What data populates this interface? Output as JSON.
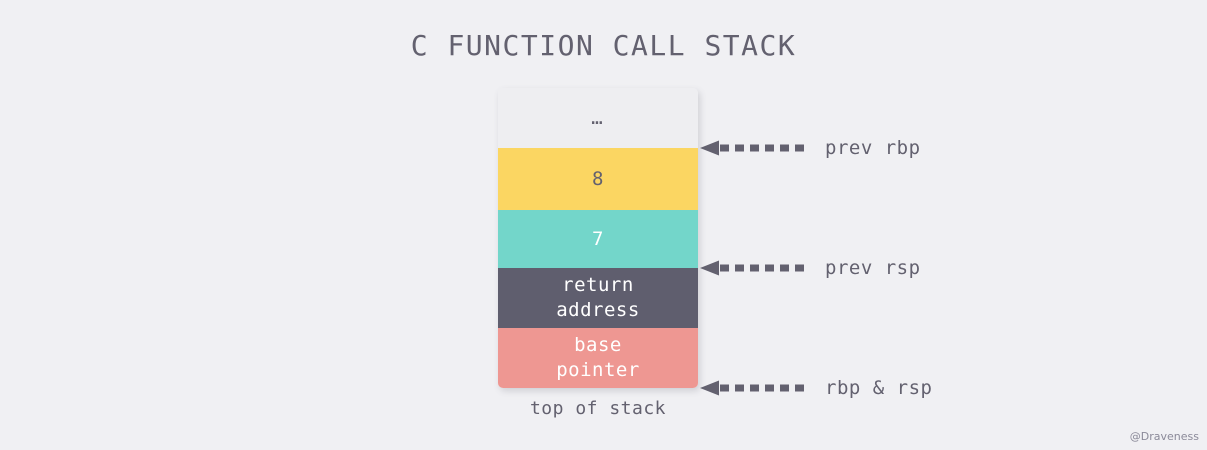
{
  "title": "C FUNCTION CALL STACK",
  "background_color": "#f0f0f3",
  "text_color": "#63616f",
  "stack": {
    "caption": "top of stack",
    "cells": [
      {
        "label": "…",
        "fill": "#eeeef1",
        "text_color": "#63616f",
        "name": "stack-cell-ellipsis"
      },
      {
        "label": "8",
        "fill": "#fbd662",
        "text_color": "#63616f",
        "name": "stack-cell-8"
      },
      {
        "label": "7",
        "fill": "#73d6ca",
        "text_color": "#ffffff",
        "name": "stack-cell-7"
      },
      {
        "label": "return\naddress",
        "fill": "#5f5e6e",
        "text_color": "#ffffff",
        "name": "stack-cell-return-address"
      },
      {
        "label": "base\npointer",
        "fill": "#ee9792",
        "text_color": "#ffffff",
        "name": "stack-cell-base-pointer"
      }
    ]
  },
  "pointers": [
    {
      "label": "prev rbp",
      "target": "top of yellow cell"
    },
    {
      "label": "prev rsp",
      "target": "bottom of teal cell"
    },
    {
      "label": "rbp & rsp",
      "target": "bottom of stack"
    }
  ],
  "watermark": "@Draveness"
}
